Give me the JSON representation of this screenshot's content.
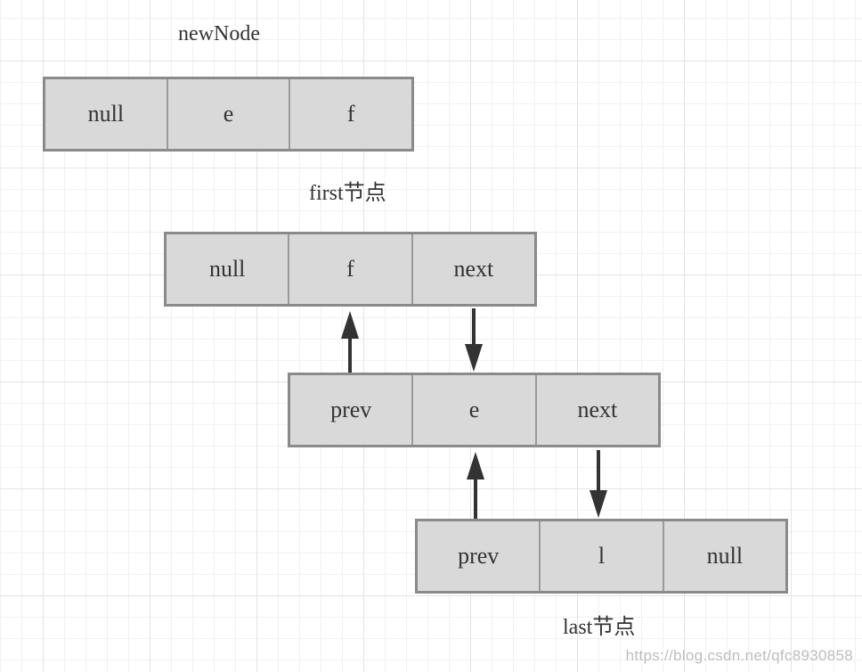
{
  "labels": {
    "new_node": "newNode",
    "first_node": "first节点",
    "last_node": "last节点"
  },
  "nodes": {
    "new_node": [
      "null",
      "e",
      "f"
    ],
    "first": [
      "null",
      "f",
      "next"
    ],
    "middle": [
      "prev",
      "e",
      "next"
    ],
    "last": [
      "prev",
      "l",
      "null"
    ]
  },
  "watermark": "https://blog.csdn.net/qfc8930858",
  "colors": {
    "cell_fill": "#d9d9d9",
    "border": "#8a8a8a",
    "arrow": "#333333",
    "grid": "#e3e3e3"
  }
}
